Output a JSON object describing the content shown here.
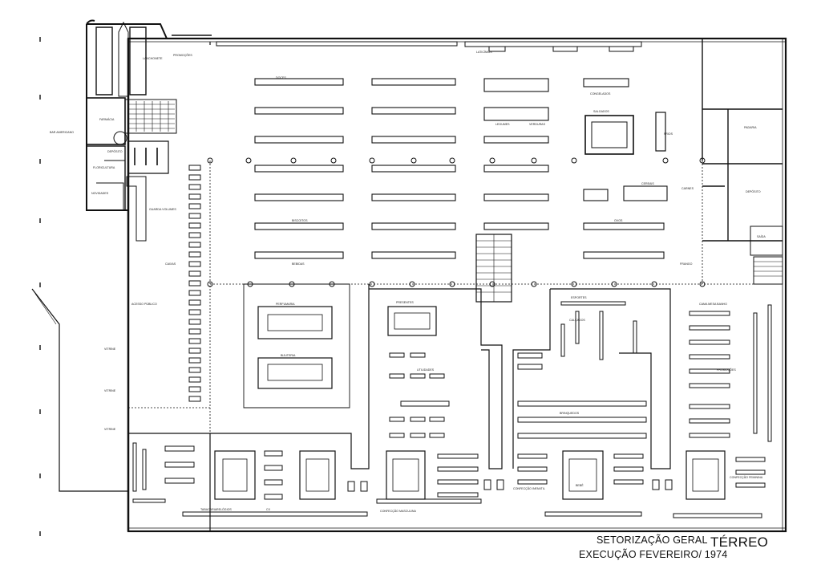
{
  "caption": {
    "line1": "SETORIZAÇÃO GERAL",
    "line2": "EXECUÇÃO FEVEREIRO/ 1974",
    "floor": "TÉRREO"
  },
  "labels": {
    "lanchonete": "LANCHONETE",
    "promocoes_top": "PROMOÇÕES",
    "farmacia": "FARMÁCIA",
    "bar_americano": "BAR AMERICANO",
    "floricultura": "FLORICULTURA",
    "depositos": "DEPÓSITO",
    "novidades": "NOVIDADES",
    "guarda_volumes": "GUARDA VOLUMES",
    "caixas": "CAIXAS",
    "acesso_publico": "ACESSO PÚBLICO",
    "vitrine1": "VITRINE",
    "vitrine2": "VITRINE",
    "vitrine3": "VITRINE",
    "padaria": "PADARIA",
    "deposito_dir": "DEPÓSITO",
    "frango": "FRANGO",
    "carnes": "CARNES",
    "salgados": "SALGADOS",
    "frios": "FRIOS",
    "legumes": "LEGUMES",
    "verduras": "VERDURAS",
    "congelados": "CONGELADOS",
    "laticinios": "LATICÍNIOS",
    "bebidas": "BEBIDAS",
    "biscoitos": "BISCOITOS",
    "doces": "DOCES",
    "perfumaria": "PERFUMARIA",
    "bijuteria": "BIJUTERIA",
    "presentes": "PRESENTES",
    "utilidades": "UTILIDADES",
    "calcados": "CALÇADOS",
    "esportes": "ESPORTES",
    "brinquedos": "BRINQUEDOS",
    "cama_mesa_banho": "CAMA MESA BANHO",
    "promocoes": "PROMOÇÕES",
    "confeccao_masc": "CONFECÇÃO MASCULINA",
    "confeccao_fem": "CONFECÇÃO FEMININA",
    "confeccao_infantil": "CONFECÇÃO INFANTIL",
    "bebe": "BEBÊ",
    "relogios": "RELÓGIOS",
    "cx": "CX",
    "tabacaria": "TABACARIA",
    "cereais": "CEREAIS",
    "ovos": "OVOS",
    "saida": "SAÍDA"
  }
}
